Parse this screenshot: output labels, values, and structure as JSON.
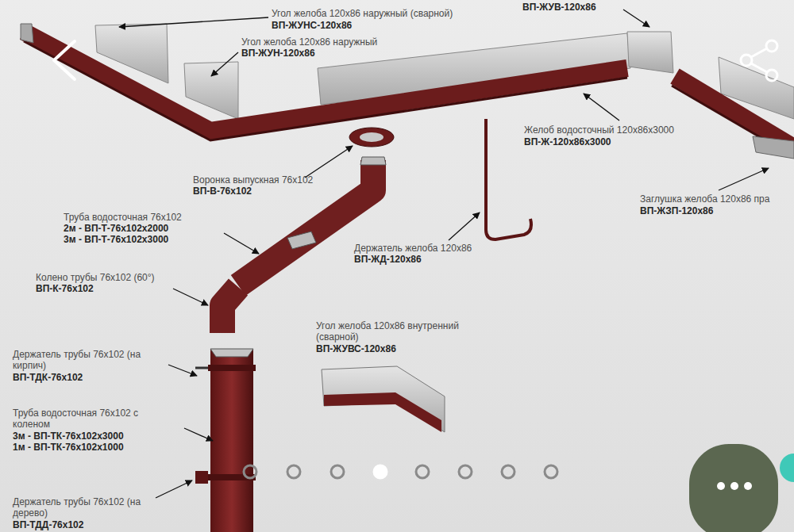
{
  "diagram": {
    "labels": [
      "Угол желоба 120х86 наружный (сварной)",
      "ВП-ЖУНС-120х86",
      "Угол желоба 120х86 наружный",
      "ВП-ЖУН-120х86",
      "ВП-ЖУВ-120х86",
      "Желоб водосточный 120х86х3000",
      "ВП-Ж-120х86х3000",
      "Заглушка желоба 120х86 пра",
      "ВП-ЖЗП-120х86",
      "Воронка выпускная 76х102",
      "ВП-В-76х102",
      "Держатель желоба 120х86",
      "ВП-ЖД-120х86",
      "Труба водосточная 76х102",
      "2м - ВП-Т-76х102х2000",
      "3м - ВП-Т-76х102х3000",
      "Колено трубы 76х102 (60°)",
      "ВП-К-76х102",
      "Угол желоба 120х86 внутренний (сварной)",
      "ВП-ЖУВС-120х86",
      "Держатель трубы 76х102 (на кирпич)",
      "ВП-ТДК-76х102",
      "Труба водосточная 76х102 с коленом",
      "3м - ВП-ТК-76х102х3000",
      "1м - ВП-ТК-76х102х1000",
      "Держатель трубы 76х102 (на дерево)",
      "ВП-ТДД-76х102"
    ]
  }
}
